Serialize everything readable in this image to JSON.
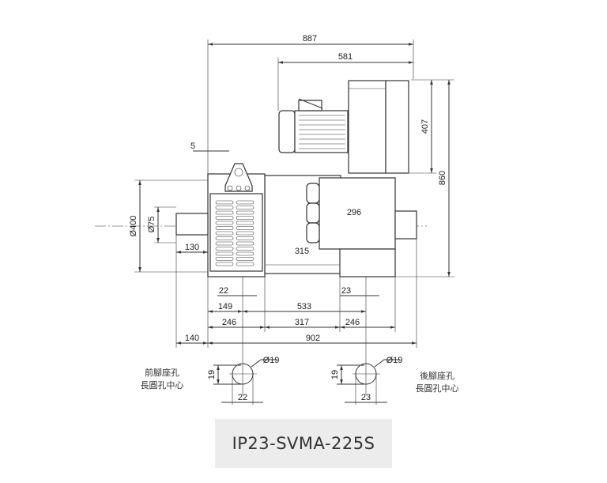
{
  "dimensions": {
    "overall_length_top": "887",
    "fan_offset": "581",
    "fan_height": "407",
    "overall_height": "860",
    "flange_offset": "5",
    "frame_dia": "Ø400",
    "shaft_dia": "Ø75",
    "shaft_length": "130",
    "body_mid": "315",
    "terminal_box": "296",
    "front_slot": "22",
    "rear_slot": "23",
    "front_hole_pos": "149",
    "hole_spacing": "533",
    "seg_front": "246",
    "seg_mid": "317",
    "seg_rear": "246",
    "shaft_ext": "140",
    "overall_length_bottom": "902"
  },
  "front_hole": {
    "dia": "Ø19",
    "height": "19",
    "width": "22",
    "label_line1": "前腳座孔",
    "label_line2": "長圓孔中心"
  },
  "rear_hole": {
    "dia": "Ø19",
    "height": "19",
    "width": "23",
    "label_line1": "後腳座孔",
    "label_line2": "長圓孔中心"
  },
  "model": "IP23-SVMA-225S"
}
